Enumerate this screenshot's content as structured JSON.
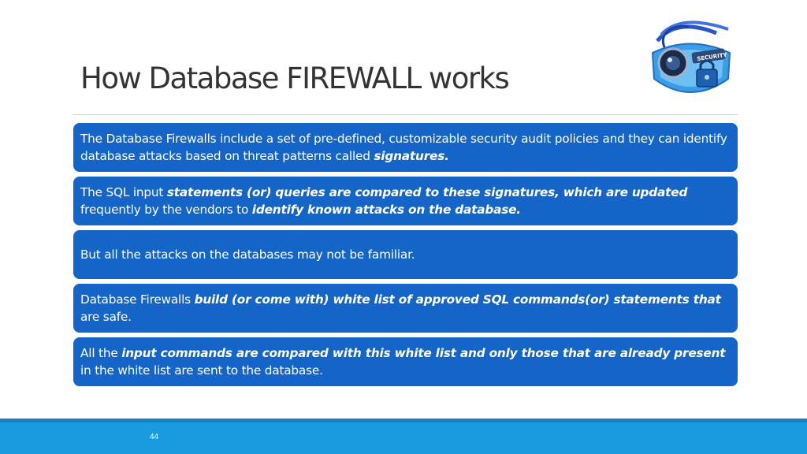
{
  "slide": {
    "title": "How Database FIREWALL works",
    "page_number": "44",
    "colors": {
      "box_fill": "#1565c8",
      "footer_band": "#1a9be0",
      "title_text": "#333333"
    },
    "logo_icon": "security-shield-icon"
  },
  "boxes": [
    {
      "normal_1": "The Database Firewalls include a set of pre-defined, customizable security audit policies and they can identify database attacks based on threat patterns called ",
      "bold_1": "signatures.",
      "normal_2": "",
      "bold_2": ""
    },
    {
      "normal_1": "The SQL input ",
      "bold_1": "statements (or) queries are compared to these signatures, which are updated",
      "normal_2": " frequently by the vendors to ",
      "bold_2": "identify known attacks on the database."
    },
    {
      "normal_1": "But all the attacks on the databases may not be familiar.",
      "bold_1": "",
      "normal_2": "",
      "bold_2": ""
    },
    {
      "normal_1": "Database Firewalls ",
      "bold_1": "build (or come with) white list of approved SQL commands(or) statements that",
      "normal_2": " are safe.",
      "bold_2": ""
    },
    {
      "normal_1": "All the ",
      "bold_1": "input commands are compared with this white list and only those that are already present",
      "normal_2": " in the white list are sent to the database.",
      "bold_2": ""
    }
  ]
}
